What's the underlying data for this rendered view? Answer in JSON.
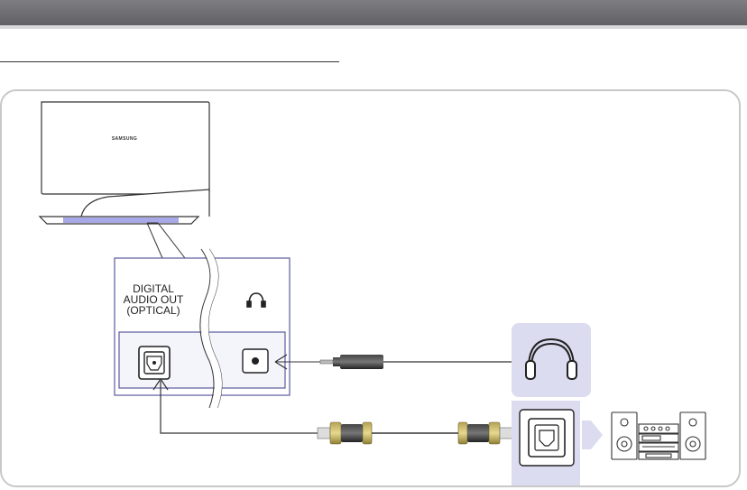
{
  "tv": {
    "brand": "SAMSUNG"
  },
  "ports_panel": {
    "optical_label_lines": [
      "DIGITAL",
      "AUDIO OUT",
      "(OPTICAL)"
    ],
    "headphone_port_icon": "headphones-icon"
  },
  "devices": {
    "headphones_icon": "headphones-icon",
    "audio_system_icon": "stereo-system-icon"
  },
  "colors": {
    "header": "#707074",
    "panel_border": "#c8c8c8",
    "port_panel_border": "#5a5aa0",
    "highlight": "#a8a8e8",
    "device_bg": "#dcdcf0",
    "cable": "#555555"
  }
}
